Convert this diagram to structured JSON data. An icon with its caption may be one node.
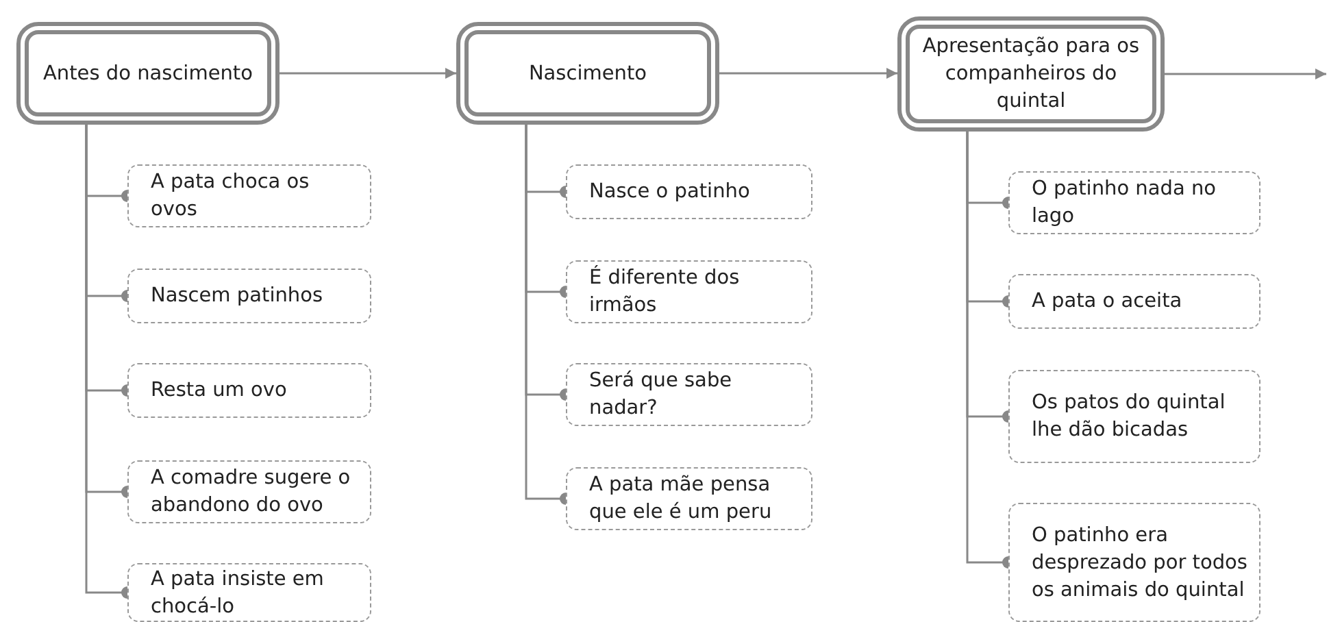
{
  "diagram": {
    "nodes": [
      {
        "text": [
          "Antes do nascimento"
        ]
      },
      {
        "text": [
          "A pata choca os ovos"
        ]
      },
      {
        "text": [
          "Nascem patinhos"
        ]
      },
      {
        "text": [
          "Resta um ovo"
        ]
      },
      {
        "text": [
          "A comadre sugere o abandono do ovo"
        ]
      },
      {
        "text": [
          "A pata insiste em chocá-lo"
        ]
      },
      {
        "text": [
          "Nascimento"
        ]
      },
      {
        "text": [
          "Nasce o patinho"
        ]
      },
      {
        "text": [
          "É diferente dos irmãos"
        ]
      },
      {
        "text": [
          "Será que sabe nadar?"
        ]
      },
      {
        "text": [
          "A pata mãe pensa que ele é um peru"
        ]
      },
      {
        "text": [
          "Apresentação para os companheiros do quintal"
        ]
      },
      {
        "text": [
          "O patinho nada no lago"
        ]
      },
      {
        "text": [
          "A pata o aceita"
        ]
      },
      {
        "text": [
          "Os patos do quintal lhe dão bicadas"
        ]
      },
      {
        "text": [
          "O patinho era desprezado por todos os animais do quintal"
        ]
      }
    ],
    "edges": [
      {
        "from": 0,
        "to": 6,
        "arrow": "to"
      },
      {
        "from": 6,
        "to": 11,
        "arrow": "to"
      },
      {
        "from": 11,
        "to": null,
        "arrow": "to"
      },
      {
        "from": 0,
        "to": 1,
        "arrow": "other"
      },
      {
        "from": 0,
        "to": 2,
        "arrow": "other"
      },
      {
        "from": 0,
        "to": 3,
        "arrow": "other"
      },
      {
        "from": 0,
        "to": 4,
        "arrow": "other"
      },
      {
        "from": 0,
        "to": 5,
        "arrow": "other"
      },
      {
        "from": 6,
        "to": 7,
        "arrow": "other"
      },
      {
        "from": 6,
        "to": 8,
        "arrow": "other"
      },
      {
        "from": 6,
        "to": 9,
        "arrow": "other"
      },
      {
        "from": 6,
        "to": 10,
        "arrow": "other"
      },
      {
        "from": 11,
        "to": 12,
        "arrow": "other"
      },
      {
        "from": 11,
        "to": 13,
        "arrow": "other"
      },
      {
        "from": 11,
        "to": 14,
        "arrow": "other"
      },
      {
        "from": 11,
        "to": 15,
        "arrow": "other"
      }
    ]
  }
}
